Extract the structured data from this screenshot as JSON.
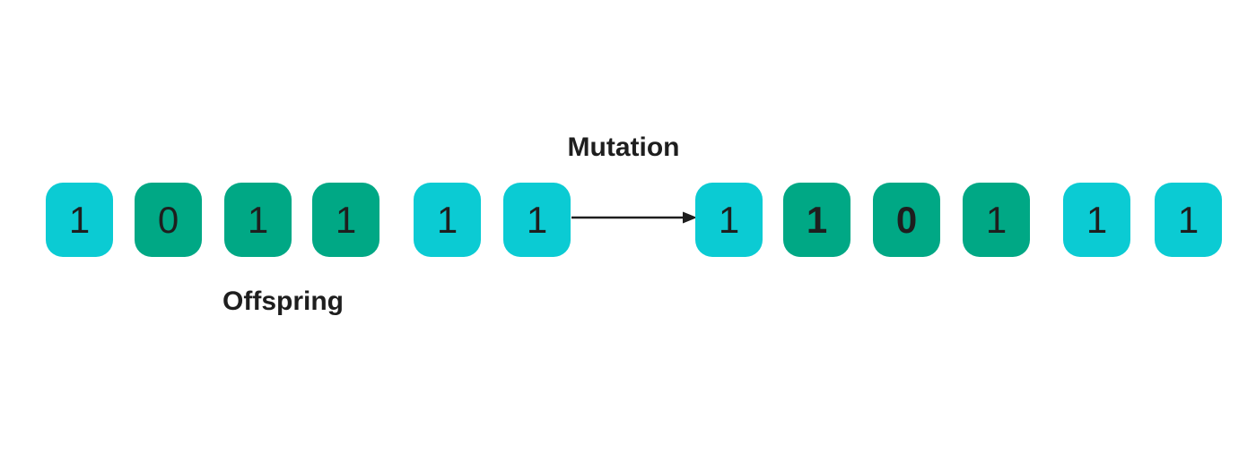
{
  "diagram_title": "Mutation",
  "colors": {
    "cyan": "#0bcbd3",
    "green": "#00a885",
    "text": "#1e1e1e",
    "arrow": "#1e1e1e",
    "background": "#ffffff"
  },
  "labels": {
    "mutation": "Mutation",
    "offspring": "Offspring"
  },
  "left_chromosome": {
    "cells": [
      {
        "value": "1",
        "color": "cyan",
        "bold": false
      },
      {
        "value": "0",
        "color": "green",
        "bold": false
      },
      {
        "value": "1",
        "color": "green",
        "bold": false
      },
      {
        "value": "1",
        "color": "green",
        "bold": false
      },
      {
        "value": "1",
        "color": "cyan",
        "bold": false
      },
      {
        "value": "1",
        "color": "cyan",
        "bold": false
      }
    ]
  },
  "right_chromosome": {
    "cells": [
      {
        "value": "1",
        "color": "cyan",
        "bold": false
      },
      {
        "value": "1",
        "color": "green",
        "bold": true
      },
      {
        "value": "0",
        "color": "green",
        "bold": true
      },
      {
        "value": "1",
        "color": "green",
        "bold": false
      },
      {
        "value": "1",
        "color": "cyan",
        "bold": false
      },
      {
        "value": "1",
        "color": "cyan",
        "bold": false
      }
    ]
  }
}
